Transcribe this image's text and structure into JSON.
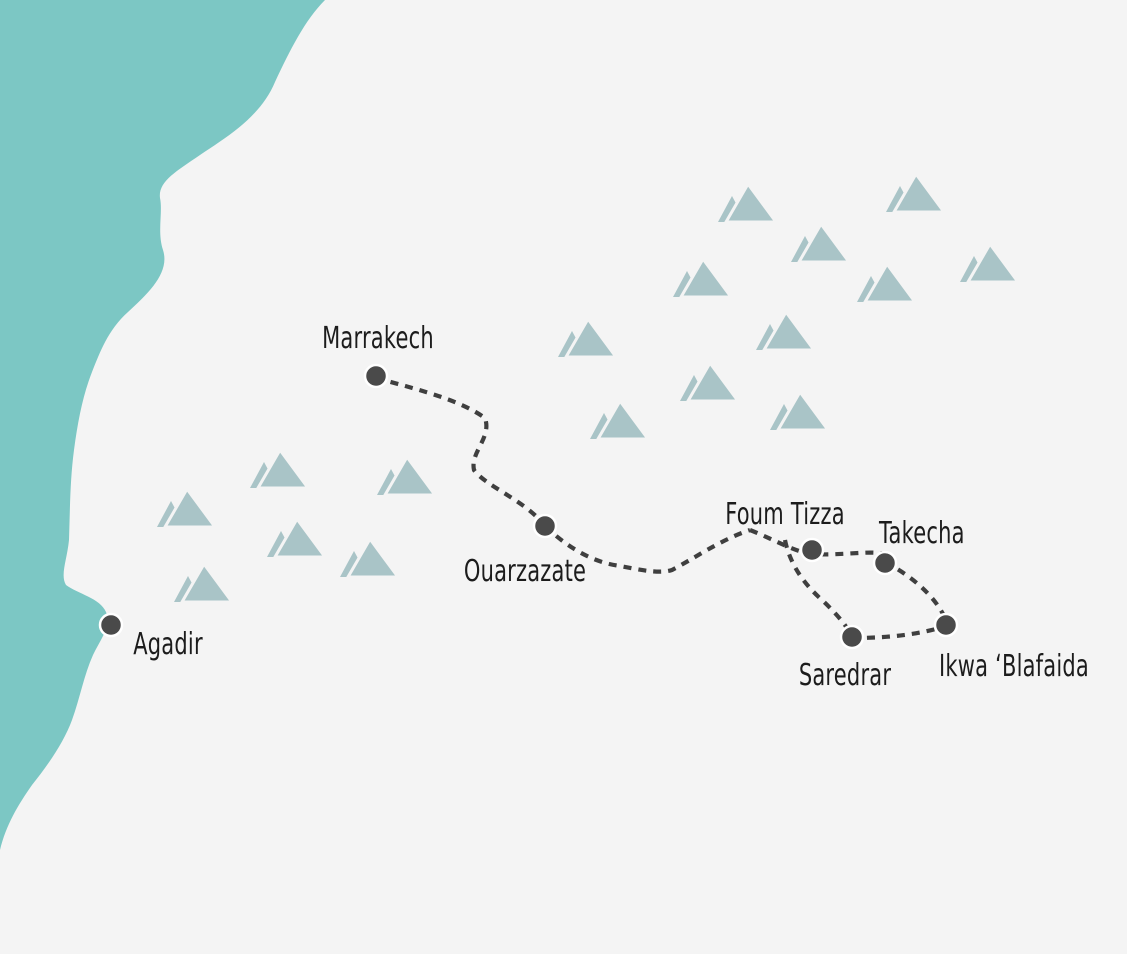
{
  "colors": {
    "background": "#f4f4f4",
    "ocean": "#7cc7c4",
    "mountain": "#a9c4c7",
    "route": "#3f3f3f",
    "city_dot": "#4a4a4a",
    "label": "#1c1c1c"
  },
  "cities": [
    {
      "id": "marrakech",
      "name": "Marrakech"
    },
    {
      "id": "ouarzazate",
      "name": "Ouarzazate"
    },
    {
      "id": "agadir",
      "name": "Agadir"
    },
    {
      "id": "foum-tizza",
      "name": "Foum Tizza"
    },
    {
      "id": "takecha",
      "name": "Takecha"
    },
    {
      "id": "saredrar",
      "name": "Saredrar"
    },
    {
      "id": "ikwa-blafaida",
      "name": "Ikwa ‘Blafaida"
    }
  ],
  "icons": {
    "mountain": "mountain-icon",
    "city": "city-marker-icon"
  }
}
